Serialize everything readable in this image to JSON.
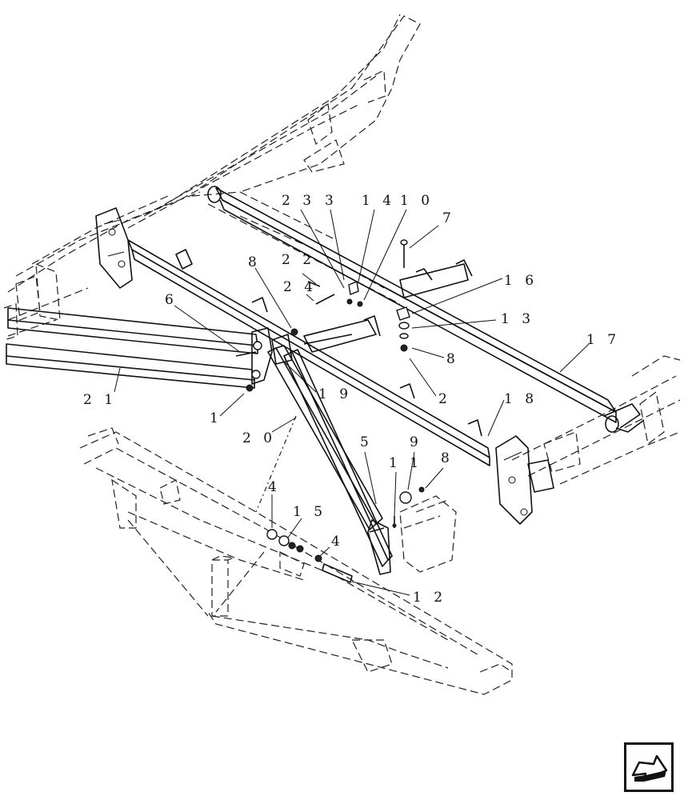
{
  "callouts": [
    {
      "id": "c23",
      "text": "2 3"
    },
    {
      "id": "c3",
      "text": "3"
    },
    {
      "id": "c14",
      "text": "1 4"
    },
    {
      "id": "c10",
      "text": "1 0"
    },
    {
      "id": "c7",
      "text": "7"
    },
    {
      "id": "c22",
      "text": "2 2"
    },
    {
      "id": "c8a",
      "text": "8"
    },
    {
      "id": "c24",
      "text": "2 4"
    },
    {
      "id": "c16",
      "text": "1 6"
    },
    {
      "id": "c6",
      "text": "6"
    },
    {
      "id": "c13",
      "text": "1 3"
    },
    {
      "id": "c17",
      "text": "1 7"
    },
    {
      "id": "c8b",
      "text": "8"
    },
    {
      "id": "c21",
      "text": "2 1"
    },
    {
      "id": "c19",
      "text": "1 9"
    },
    {
      "id": "c2",
      "text": "2"
    },
    {
      "id": "c18",
      "text": "1 8"
    },
    {
      "id": "c1",
      "text": "1"
    },
    {
      "id": "c20",
      "text": "2 0"
    },
    {
      "id": "c5",
      "text": "5"
    },
    {
      "id": "c9",
      "text": "9"
    },
    {
      "id": "c11",
      "text": "1 1"
    },
    {
      "id": "c8c",
      "text": "8"
    },
    {
      "id": "c4a",
      "text": "4"
    },
    {
      "id": "c15",
      "text": "1 5"
    },
    {
      "id": "c4b",
      "text": "4"
    },
    {
      "id": "c12",
      "text": "1 2"
    }
  ],
  "nav": {
    "icon": "previous-page-arrow-icon"
  }
}
